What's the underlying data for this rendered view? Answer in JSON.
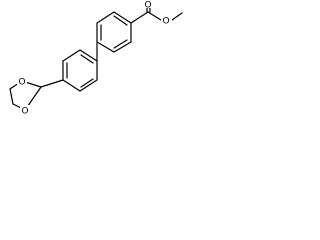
{
  "molecule": {
    "atoms": {
      "o_dioxolane_upper": "O",
      "o_dioxolane_lower": "O",
      "o_carbonyl": "O",
      "o_ester": "O"
    }
  },
  "colors": {
    "bond": "#000000",
    "label": "#000000",
    "background": "#ffffff"
  }
}
